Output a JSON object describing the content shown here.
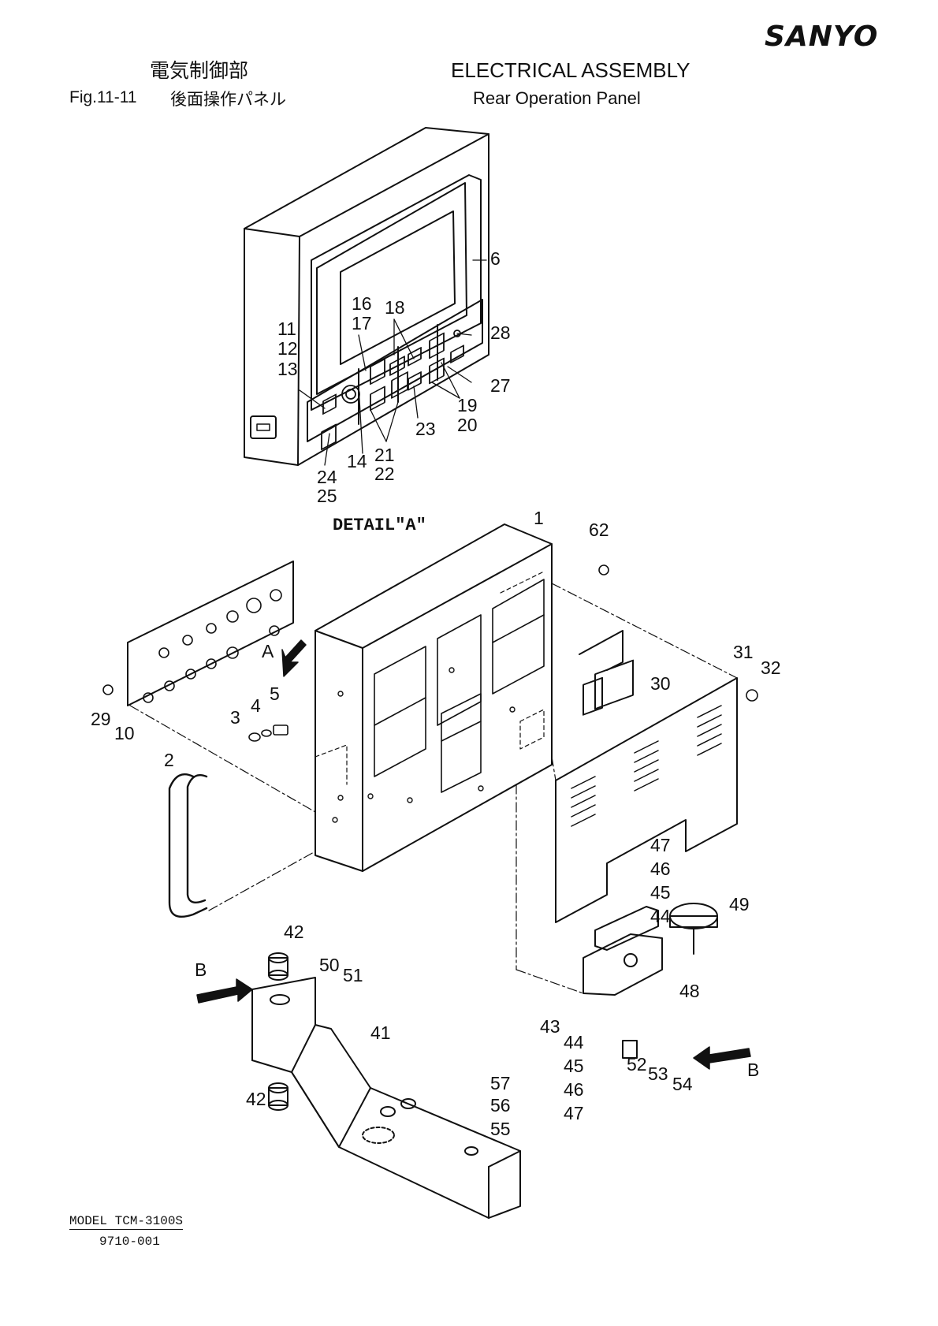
{
  "brand": "SANYO",
  "header": {
    "jp_title": "電気制御部",
    "en_title": "ELECTRICAL ASSEMBLY",
    "fig_no": "Fig.11-11",
    "jp_subtitle": "後面操作パネル",
    "en_subtitle": "Rear Operation Panel"
  },
  "detail_label": "DETAIL\"A\"",
  "view_labels": {
    "a": "A",
    "b_left": "B",
    "b_right": "B"
  },
  "callouts": {
    "c6": "6",
    "c11": "11",
    "c12": "12",
    "c13": "13",
    "c14": "14",
    "c16": "16",
    "c17": "17",
    "c18": "18",
    "c19": "19",
    "c20": "20",
    "c21": "21",
    "c22": "22",
    "c23": "23",
    "c24": "24",
    "c25": "25",
    "c27": "27",
    "c28": "28",
    "c1": "1",
    "c2": "2",
    "c3": "3",
    "c4": "4",
    "c5": "5",
    "c10": "10",
    "c29": "29",
    "c30": "30",
    "c31": "31",
    "c32": "32",
    "c62": "62",
    "c41": "41",
    "c42a": "42",
    "c42b": "42",
    "c43": "43",
    "c44a": "44",
    "c44b": "44",
    "c45a": "45",
    "c45b": "45",
    "c46a": "46",
    "c46b": "46",
    "c47a": "47",
    "c47b": "47",
    "c48": "48",
    "c49": "49",
    "c50": "50",
    "c51": "51",
    "c52": "52",
    "c53": "53",
    "c54": "54",
    "c55": "55",
    "c56": "56",
    "c57": "57"
  },
  "footer": {
    "model": "MODEL TCM-3100S",
    "doc_no": "9710-001"
  }
}
